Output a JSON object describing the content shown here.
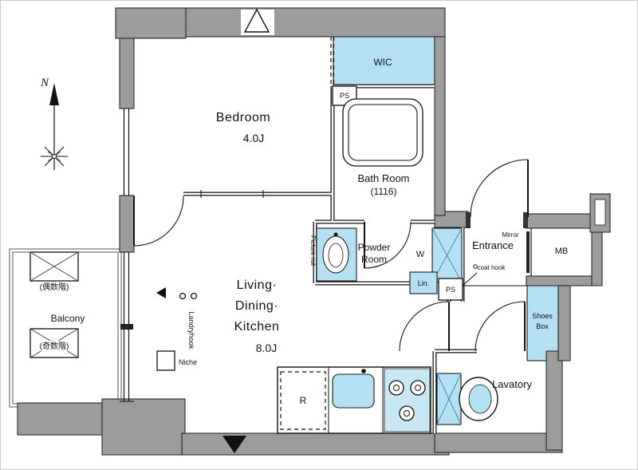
{
  "plan": {
    "compass": {
      "north_label": "N"
    },
    "rooms": {
      "bedroom": {
        "name": "Bedroom",
        "size": "4.0J"
      },
      "wic": {
        "name": "WIC"
      },
      "bathroom": {
        "name": "Bath Room",
        "size": "(1116)"
      },
      "powder_room": {
        "line1": "Powder",
        "line2": "Room"
      },
      "entrance": {
        "name": "Entrance"
      },
      "meter_box": {
        "abbr": "MB"
      },
      "ldk": {
        "line1": "Living·",
        "line2": "Dining·",
        "line3": "Kitchen",
        "size": "8.0J"
      },
      "lavatory": {
        "name": "Lavatory"
      },
      "shoes_box": {
        "line1": "Shoes",
        "line2": "Box"
      },
      "balcony": {
        "name": "Balcony",
        "even_floor_note": "(偶数階)",
        "odd_floor_note": "(奇数階)"
      }
    },
    "labels": {
      "ps_upper": "PS",
      "ps_lower": "PS",
      "washer": "W",
      "linen": "Lin.",
      "refrigerator": "R",
      "niche": "Niche",
      "laundry_hook": "Landryhook",
      "picture_rail": "Picture rail",
      "mirror": "Mirror",
      "coat_hook": "coat hook"
    },
    "colors": {
      "wall_fill": "#9c9c9c",
      "highlight_blue": "#b5e0f2",
      "line": "#1a1a1a"
    }
  }
}
